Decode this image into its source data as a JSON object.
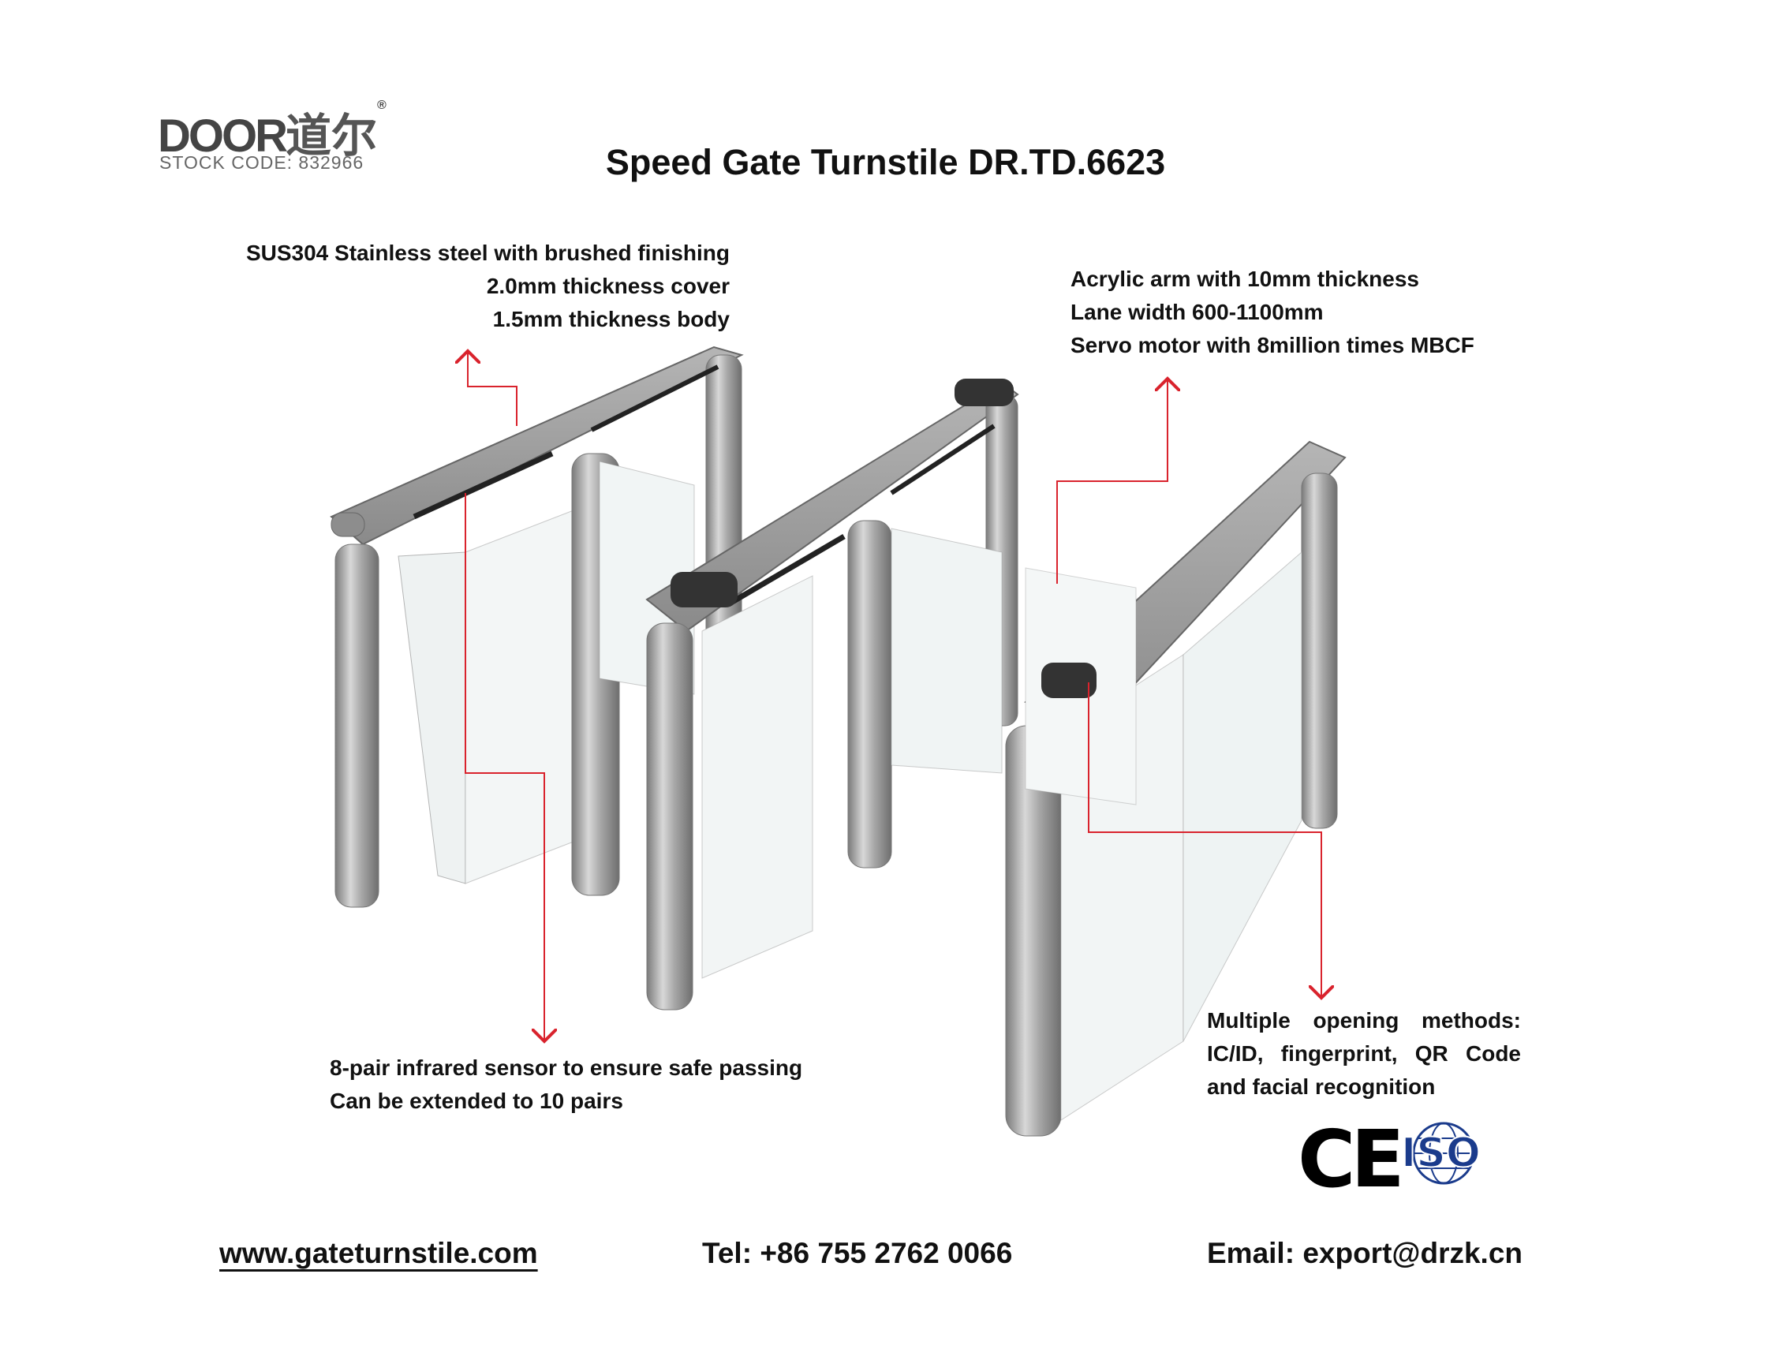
{
  "brand": {
    "logo_text": "DOOR",
    "logo_cn": "道尔",
    "registered": "®",
    "stock_code": "STOCK CODE: 832966"
  },
  "title": "Speed Gate Turnstile DR.TD.6623",
  "notes": {
    "material": [
      "SUS304 Stainless steel with brushed finishing",
      "2.0mm thickness cover",
      "1.5mm thickness body"
    ],
    "arm": [
      "Acrylic arm with 10mm thickness",
      "Lane width 600-1100mm",
      "Servo motor with 8million times MBCF"
    ],
    "sensor": [
      "8-pair infrared sensor to ensure safe passing",
      "Can be extended to 10 pairs"
    ],
    "opening": "Multiple opening methods: IC/ID, fingerprint, QR Code and facial recognition"
  },
  "certs": {
    "ce": "CE",
    "iso": "ISO"
  },
  "footer": {
    "website": "www.gateturnstile.com",
    "tel": "Tel: +86 755 2762 0066",
    "email": "Email: export@drzk.cn"
  },
  "colors": {
    "annotation_line": "#d9232d",
    "steel": "#9a9a9a",
    "iso_blue": "#1a3b8c"
  }
}
